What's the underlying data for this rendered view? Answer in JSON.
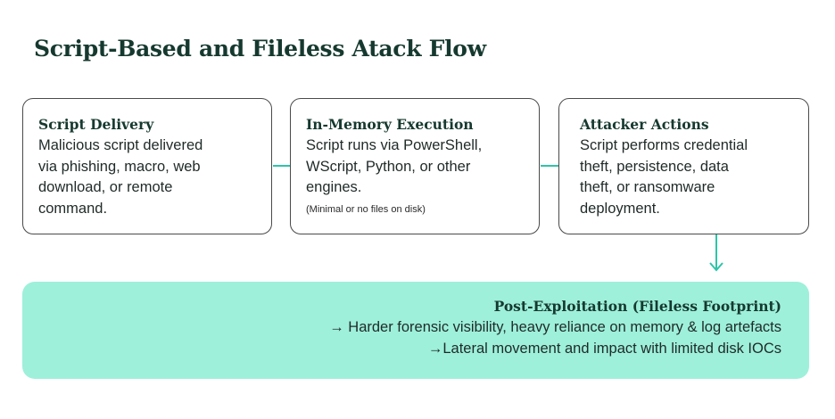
{
  "title": "Script-Based and Fileless Atack Flow",
  "steps": [
    {
      "title": "Script Delivery",
      "lines": [
        "Malicious script delivered",
        "via phishing, macro, web",
        "download, or remote",
        "command."
      ]
    },
    {
      "title": "In-Memory Execution",
      "lines": [
        "Script runs via PowerShell,",
        "WScript, Python, or other",
        "engines."
      ],
      "note": "(Minimal or no files on disk)"
    },
    {
      "title": "Attacker Actions",
      "lines": [
        "Script performs credential",
        "theft, persistence, data",
        "theft, or ransomware",
        "deployment."
      ]
    }
  ],
  "footprint": {
    "title": "Post-Exploitation (Fileless Footprint)",
    "lines": [
      "→ Harder forensic visibility, heavy reliance on memory & log artefacts",
      "→Lateral movement and impact with limited disk IOCs"
    ]
  },
  "colors": {
    "accent": "#2ec4a9",
    "footprint_bg": "#9ef0da",
    "title_text": "#16392f",
    "box_border": "#4a4a4a"
  }
}
